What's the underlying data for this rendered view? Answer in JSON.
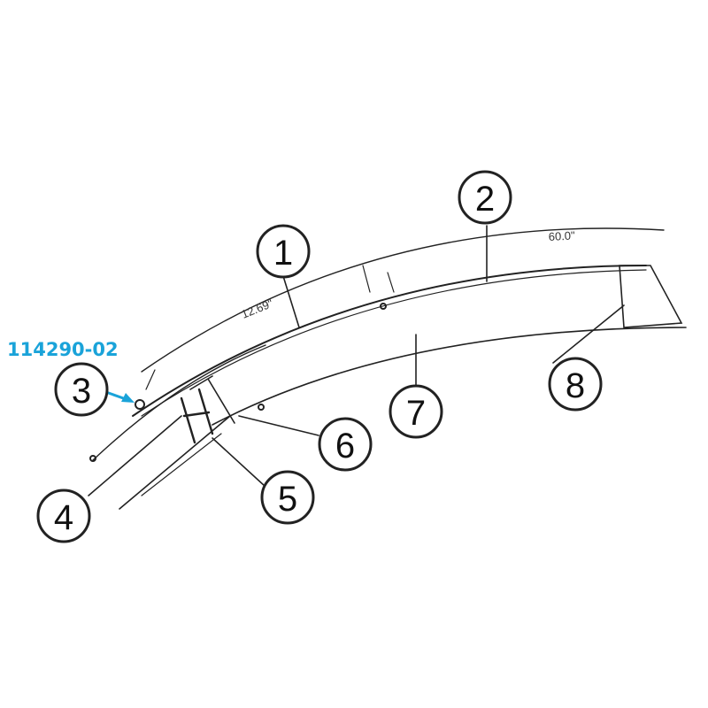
{
  "part_number": "114290-02",
  "dimensions": {
    "small": "12.69\"",
    "large": "60.0\""
  },
  "callouts": [
    {
      "id": "1",
      "label": "1"
    },
    {
      "id": "2",
      "label": "2"
    },
    {
      "id": "3",
      "label": "3"
    },
    {
      "id": "4",
      "label": "4"
    },
    {
      "id": "5",
      "label": "5"
    },
    {
      "id": "6",
      "label": "6"
    },
    {
      "id": "7",
      "label": "7"
    },
    {
      "id": "8",
      "label": "8"
    }
  ],
  "colors": {
    "highlight": "#1aa3d9",
    "line": "#222222"
  }
}
